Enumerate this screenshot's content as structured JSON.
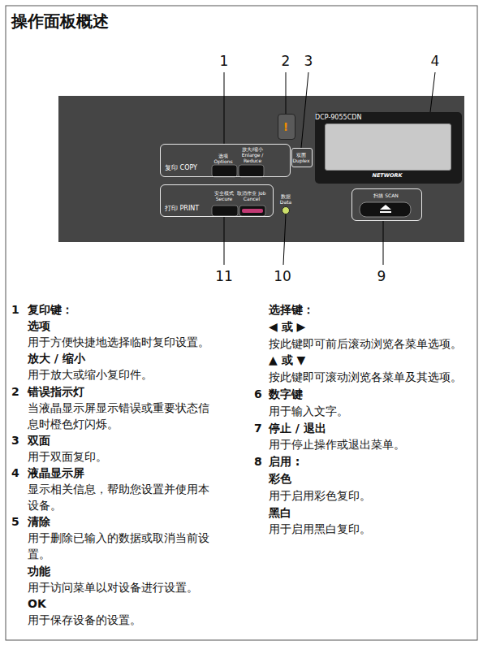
{
  "diagram": {
    "title": "操作面板概述",
    "nodes": [
      {
        "text": [
          "复印 COPY",
          "选项 Options",
          "放大/缩小 Enlarge / Reduce"
        ]
      },
      {
        "text": [
          "双面 Duplex"
        ]
      },
      {
        "text": [
          "!"
        ]
      },
      {
        "text": [
          "DCP-9055CDN",
          "NETWORK"
        ]
      },
      {
        "text": [
          "扫描 SCAN"
        ]
      },
      {
        "text": [
          "打印 PRINT",
          "安全模式 Secure",
          "取消作业 Job Cancel"
        ]
      }
    ],
    "labels": [
      "1",
      "2",
      "3",
      "4",
      "11",
      "10",
      "9",
      "数据 Data",
      "1",
      "复印键：",
      "选项",
      "用于方便快捷地选择临时复印设置。",
      "放大 / 缩小",
      "用于放大或缩小复印件。",
      "2",
      "错误指示灯",
      "当液晶显示屏显示错误或重要状态信息时橙色灯闪烁。",
      "3",
      "双面",
      "用于双面复印。",
      "4",
      "液晶显示屏",
      "显示相关信息，帮助您设置并使用本设备。",
      "5",
      "清除",
      "用于删除已输入的数据或取消当前设置。",
      "功能",
      "用于访问菜单以对设备进行设置。",
      "OK",
      "用于保存设备的设置。",
      "选择键：",
      "◀ 或 ▶",
      "按此键即可前后滚动浏览各菜单选项。",
      "▲ 或 ▼",
      "按此键即可滚动浏览各菜单及其选项。",
      "6",
      "数字键",
      "用于输入文字。",
      "7",
      "停止 / 退出",
      "用于停止操作或退出菜单。",
      "8",
      "启用 :",
      "彩色",
      "用于启用彩色复印。",
      "黑白",
      "用于启用黑白复印。"
    ]
  }
}
